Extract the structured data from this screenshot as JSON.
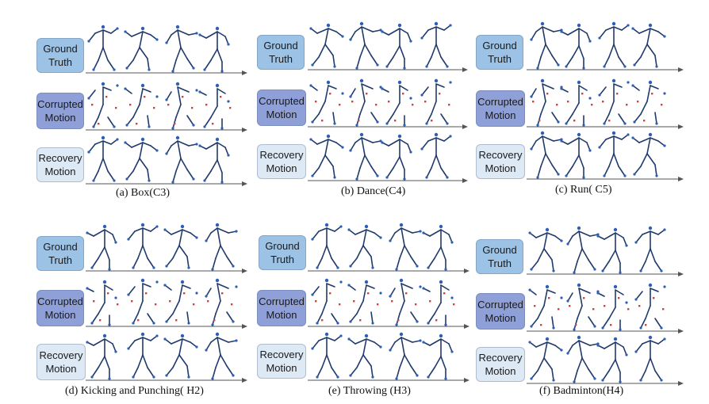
{
  "row_labels": {
    "ground_truth": [
      "Ground",
      "Truth"
    ],
    "corrupted": [
      "Corrupted",
      "Motion"
    ],
    "recovery": [
      "Recovery",
      "Motion"
    ]
  },
  "panels": [
    {
      "caption": "(a) Box(C3)"
    },
    {
      "caption": "(b) Dance(C4)"
    },
    {
      "caption": "(c) Run( C5)"
    },
    {
      "caption": "(d)  Kicking and Punching( H2)"
    },
    {
      "caption": "(e)  Throwing (H3)"
    },
    {
      "caption": "(f) Badminton(H4)"
    }
  ],
  "colors": {
    "skeleton": "#1f3a6b",
    "joint": "#2d5fb3",
    "corrupt_marker": "#e23b3b",
    "axis": "#555555",
    "ground_truth_box": "#9cc3e6",
    "corrupted_box": "#8fa0d8",
    "recovery_box": "#dde9f5"
  }
}
